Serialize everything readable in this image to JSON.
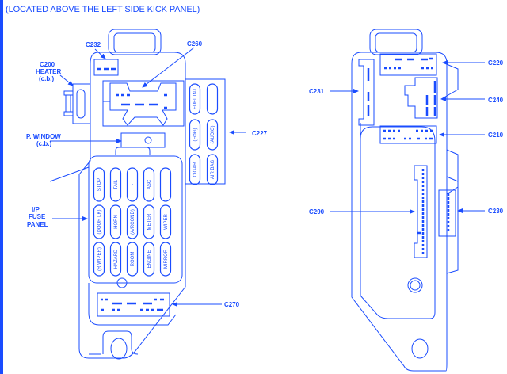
{
  "title": "(LOCATED ABOVE THE LEFT SIDE KICK PANEL)",
  "colors": {
    "line": "#1a4cff",
    "background": "#ffffff"
  },
  "left_box": {
    "labels": {
      "c232": "C232",
      "c260": "C260",
      "c200_line1": "C200",
      "c200_line2": "HEATER",
      "c200_line3": "(c.b.)",
      "pwindow_line1": "P. WINDOW",
      "pwindow_line2": "(c.b.)",
      "c227": "C227",
      "ip_line1": "I/P",
      "ip_line2": "FUSE",
      "ip_line3": "PANEL",
      "c270": "C270"
    },
    "fuse_grid": [
      [
        "STOP",
        "TAIL",
        "-",
        "ASC",
        "-"
      ],
      [
        "(DOOR LK)",
        "HORN",
        "(A/RCOND)",
        "METER",
        "WIPER"
      ],
      [
        "(R WIPER)",
        "HAZARD",
        "ROOM",
        "ENGINE",
        "MIRROR"
      ]
    ],
    "side_fuses": [
      [
        "FUEL INJ",
        ""
      ],
      [
        "(FOG)",
        "(AUDIO)"
      ],
      [
        "CIGAR",
        "AIR BAG"
      ]
    ]
  },
  "right_box": {
    "labels": {
      "c220": "C220",
      "c231": "C231",
      "c240": "C240",
      "c210": "C210",
      "c290": "C290",
      "c230": "C230"
    }
  }
}
